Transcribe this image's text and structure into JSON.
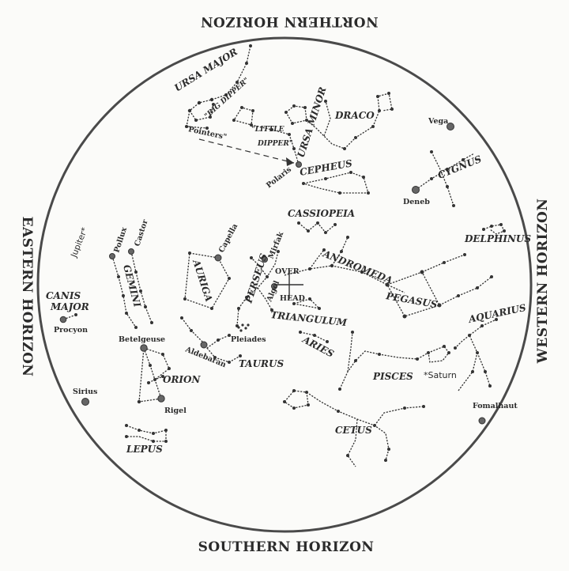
{
  "horizons": {
    "north": "NORTHERN HORIZON",
    "south": "SOUTHERN HORIZON",
    "east": "EASTERN HORIZON",
    "west": "WESTERN HORIZON"
  },
  "constellations": {
    "ursa_major": "URSA MAJOR",
    "big_dipper": "\"BIG DIPPER\"",
    "pointers": "\"Pointers\"",
    "little_dipper": "\"LITTLE DIPPER\"",
    "ursa_minor": "URSA MINOR",
    "draco": "DRACO",
    "cepheus": "CEPHEUS",
    "cygnus": "CYGNUS",
    "cassiopeia": "CASSIOPEIA",
    "delphinus": "DELPHINUS",
    "andromeda": "ANDROMEDA",
    "pegasus": "PEGASUS",
    "aquarius": "AQUARIUS",
    "perseus": "PERSEUS",
    "triangulum": "TRIANGULUM",
    "aries": "ARIES",
    "pisces": "PISCES",
    "cetus": "CETUS",
    "auriga": "AURIGA",
    "gemini": "GEMINI",
    "canis_major": "CANIS MAJOR",
    "orion": "ORION",
    "taurus": "TAURUS",
    "lepus": "LEPUS"
  },
  "stars": {
    "vega": "Vega",
    "deneb": "Deneb",
    "polaris": "Polaris",
    "capella": "Capella",
    "mirfak": "Mirfak",
    "algol": "Algol",
    "pollux": "Pollux",
    "castor": "Castor",
    "procyon": "Procyon",
    "betelgeuse": "Betelgeuse",
    "aldebaran": "Aldebaran",
    "pleiades": "Pleiades",
    "rigel": "Rigel",
    "sirius": "Sirius",
    "fomalhaut": "Fomalhaut"
  },
  "planets": {
    "jupiter": "Jupiter*",
    "saturn": "*Saturn"
  },
  "overhead": {
    "over": "OVER",
    "head": "HEAD"
  }
}
